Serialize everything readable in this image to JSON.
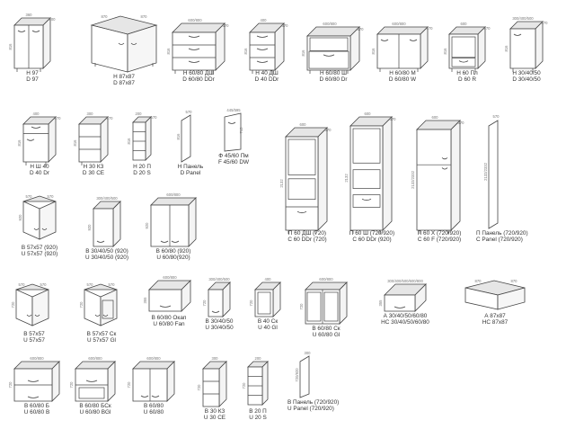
{
  "colors": {
    "line": "#444444",
    "shade": "#e6e6e6",
    "dim": "#777777",
    "text": "#333333"
  },
  "items": [
    {
      "id": "h97",
      "kind": "base2",
      "labels": [
        "Н 97",
        "D 97"
      ],
      "dims": [
        "360",
        "600",
        "816"
      ]
    },
    {
      "id": "h87x87",
      "kind": "corner_base",
      "labels": [
        "Н 87x87",
        "D 87x87"
      ],
      "dims": [
        "870",
        "870"
      ]
    },
    {
      "id": "h6080dsh",
      "kind": "drawers",
      "labels": [
        "Н 60/80 ДШ",
        "D 60/80 DDr"
      ],
      "dims": [
        "600/800",
        "570",
        "816"
      ]
    },
    {
      "id": "h40dsh",
      "kind": "drawers",
      "labels": [
        "Н 40 ДШ",
        "D 40 DDr"
      ],
      "dims": [
        "400",
        "570",
        "816"
      ]
    },
    {
      "id": "h6080sh",
      "kind": "sink",
      "labels": [
        "Н 60/80 Ш",
        "D 60/80 Dr"
      ],
      "dims": [
        "600/800",
        "570",
        "816"
      ]
    },
    {
      "id": "h6080m",
      "kind": "base2",
      "labels": [
        "Н 60/80 М",
        "D 60/80 W"
      ],
      "dims": [
        "600/800",
        "570",
        "816"
      ]
    },
    {
      "id": "h60pl",
      "kind": "oven_base",
      "labels": [
        "Н 60 Пл",
        "D 60 R"
      ],
      "dims": [
        "600",
        "570",
        "816"
      ]
    },
    {
      "id": "h304050",
      "kind": "base1",
      "labels": [
        "Н 30/40/50",
        "D 30/40/50"
      ],
      "dims": [
        "300/400/500",
        "570",
        "816"
      ]
    },
    {
      "id": "h40sh",
      "kind": "drawer_door",
      "labels": [
        "Н Ш 40",
        "D 40 Dr"
      ],
      "dims": [
        "400",
        "570",
        "816"
      ]
    },
    {
      "id": "h30kz",
      "kind": "open_shelf",
      "labels": [
        "Н 30 КЗ",
        "D 30 CE"
      ],
      "dims": [
        "300",
        "570",
        "816"
      ]
    },
    {
      "id": "h20p",
      "kind": "narrow_open",
      "labels": [
        "Н 20 П",
        "D 20 S"
      ],
      "dims": [
        "200",
        "570",
        "816"
      ]
    },
    {
      "id": "hpanel",
      "kind": "panel",
      "labels": [
        "Н Панель",
        "D Panel"
      ],
      "dims": [
        "570",
        "816"
      ]
    },
    {
      "id": "f4560",
      "kind": "facade",
      "labels": [
        "Ф 45/60 Пм",
        "F 45/60 DW"
      ],
      "dims": [
        "445/595",
        "713"
      ]
    },
    {
      "id": "p60dsh",
      "kind": "tall_oven",
      "labels": [
        "П 60 ДШ (720)",
        "С 60 DDr (720)"
      ],
      "dims": [
        "600",
        "570",
        "2132"
      ]
    },
    {
      "id": "p60sh",
      "kind": "tall_oven2",
      "labels": [
        "П 60 Ш (720/920)",
        "С 60 DDr (920)"
      ],
      "dims": [
        "600",
        "570",
        "2132"
      ]
    },
    {
      "id": "p60x",
      "kind": "tall_fridge",
      "labels": [
        "П 60 Х (720/920)",
        "С 60 F (720/920)"
      ],
      "dims": [
        "600",
        "570",
        "2132/2332"
      ]
    },
    {
      "id": "ppanel",
      "kind": "tall_panel",
      "labels": [
        "П Панель (720/920)",
        "С Panel (720/920)"
      ],
      "dims": [
        "570",
        "2132/2332"
      ]
    },
    {
      "id": "v57x57",
      "kind": "wall_corner",
      "labels": [
        "В 57x57 (920)",
        "U 57x57 (920)"
      ],
      "dims": [
        "570",
        "570",
        "920"
      ]
    },
    {
      "id": "v304050",
      "kind": "wall1",
      "labels": [
        "В 30/40/50 (920)",
        "U 30/40/50 (920)"
      ],
      "dims": [
        "300/400/500",
        "920"
      ]
    },
    {
      "id": "v6080",
      "kind": "wall2",
      "labels": [
        "В 60/80 (920)",
        "U 60/80(920)"
      ],
      "dims": [
        "600/800",
        "920"
      ]
    },
    {
      "id": "v57x57b",
      "kind": "wall_corner",
      "labels": [
        "В 57x57",
        "U 57x57"
      ],
      "dims": [
        "570",
        "570",
        "720"
      ]
    },
    {
      "id": "v57x57sk",
      "kind": "wall_corner_glass",
      "labels": [
        "В 57x57 Ск",
        "U 57x57 Gl"
      ],
      "dims": [
        "570",
        "570",
        "720"
      ]
    },
    {
      "id": "v6080okap",
      "kind": "hood",
      "labels": [
        "В 60/80 Окап",
        "U 60/80 Fan"
      ],
      "dims": [
        "600/800",
        "355"
      ]
    },
    {
      "id": "v3040",
      "kind": "wall1",
      "labels": [
        "В 30/40/50",
        "U 30/40/50"
      ],
      "dims": [
        "300/400/500",
        "720"
      ]
    },
    {
      "id": "v40sk",
      "kind": "wall_glass1",
      "labels": [
        "В 40 Ск",
        "U 40 Gl"
      ],
      "dims": [
        "400",
        "720"
      ]
    },
    {
      "id": "v6080sk",
      "kind": "wall_glass2",
      "labels": [
        "В 60/80 Ск",
        "U 60/80 Gl"
      ],
      "dims": [
        "600/800",
        "720"
      ]
    },
    {
      "id": "a3040",
      "kind": "mezz",
      "labels": [
        "А 30/40/50/60/80",
        "НС 30/40/50/60/80"
      ],
      "dims": [
        "300/400/500/600/800",
        "355"
      ]
    },
    {
      "id": "a87x87",
      "kind": "mezz_corner",
      "labels": [
        "А 87x87",
        "НС 87x87"
      ],
      "dims": [
        "870",
        "870"
      ]
    },
    {
      "id": "v6080b",
      "kind": "wall_flap",
      "labels": [
        "В 60/80 Б",
        "U 60/80 B"
      ],
      "dims": [
        "600/800",
        "720"
      ]
    },
    {
      "id": "v6080bsk",
      "kind": "wall_flap_glass",
      "labels": [
        "В 60/80 БСк",
        "U 60/80 BGl"
      ],
      "dims": [
        "600/800",
        "720"
      ]
    },
    {
      "id": "v6080w",
      "kind": "wall2",
      "labels": [
        "В 60/80",
        "U 60/80"
      ],
      "dims": [
        "600/800",
        "720"
      ]
    },
    {
      "id": "v30kz",
      "kind": "wall_open",
      "labels": [
        "В 30 КЗ",
        "U 30 CE"
      ],
      "dims": [
        "300",
        "720"
      ]
    },
    {
      "id": "v20p",
      "kind": "wall_narrow_open",
      "labels": [
        "В 20 П",
        "U 20 S"
      ],
      "dims": [
        "200",
        "720"
      ]
    },
    {
      "id": "vpanel",
      "kind": "wall_panel",
      "labels": [
        "В Панель (720/920)",
        "U Panel (720/920)"
      ],
      "dims": [
        "300",
        "720/920"
      ]
    }
  ]
}
